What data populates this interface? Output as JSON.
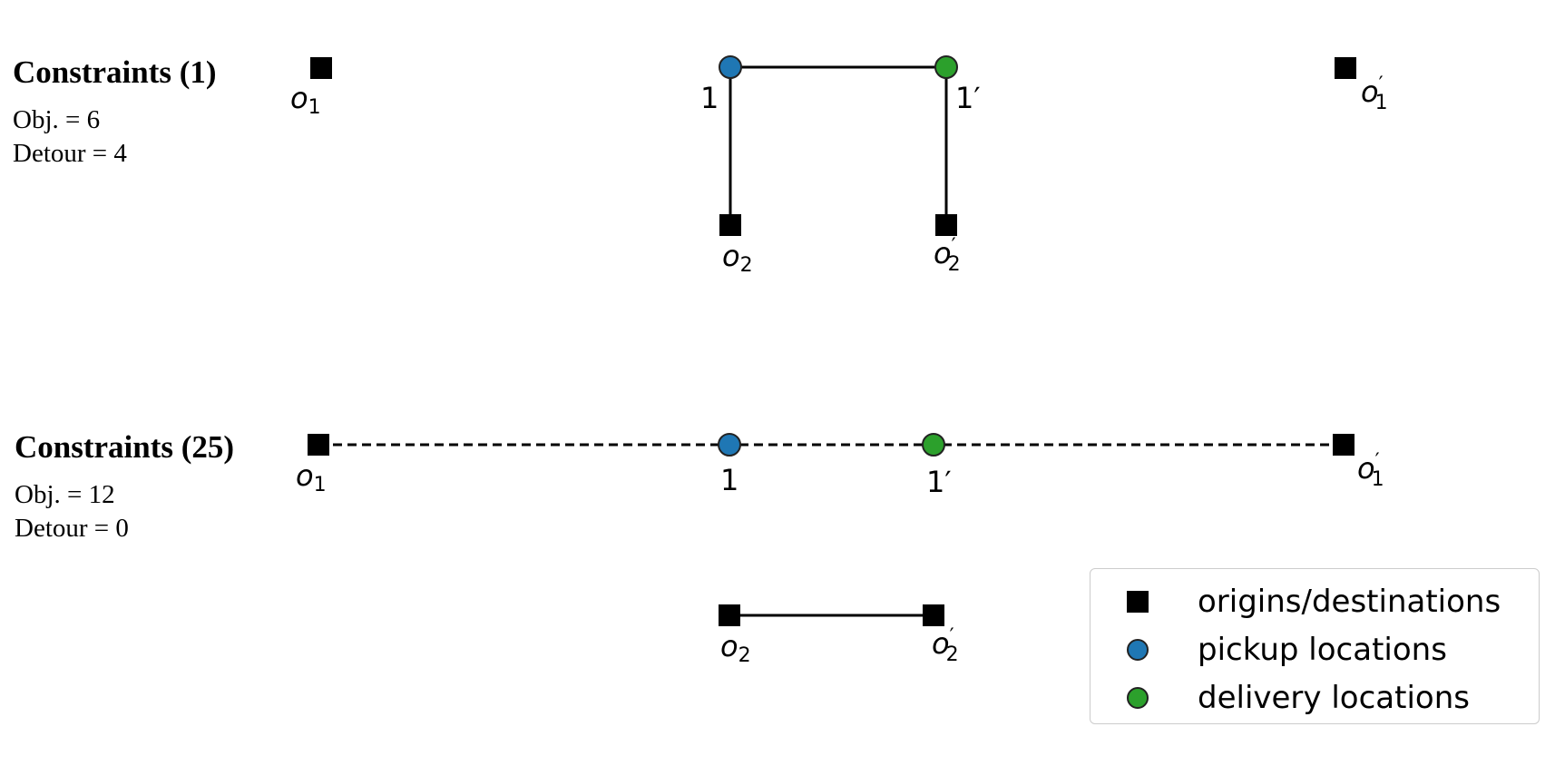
{
  "colors": {
    "pickup": "#1f77b4",
    "delivery": "#2ca02c",
    "depot": "#000000",
    "edge": "#000000"
  },
  "panels": [
    {
      "title": "Constraints (1)",
      "obj": "Obj. = 6",
      "detour": "Detour = 4"
    },
    {
      "title": "Constraints (25)",
      "obj": "Obj. = 12",
      "detour": "Detour = 0"
    }
  ],
  "node_labels": {
    "o1": "o",
    "o1_sub": "1",
    "o1p": "o",
    "o1p_prime": "′",
    "o1p_sub": "1",
    "o2": "o",
    "o2_sub": "2",
    "o2p": "o",
    "o2p_prime": "′",
    "o2p_sub": "2",
    "pickup": "1",
    "delivery": "1′"
  },
  "legend": {
    "items": [
      {
        "label": "origins/destinations",
        "icon": "square",
        "color": "#000000"
      },
      {
        "label": "pickup locations",
        "icon": "circle",
        "color": "#1f77b4"
      },
      {
        "label": "delivery locations",
        "icon": "circle",
        "color": "#2ca02c"
      }
    ]
  }
}
